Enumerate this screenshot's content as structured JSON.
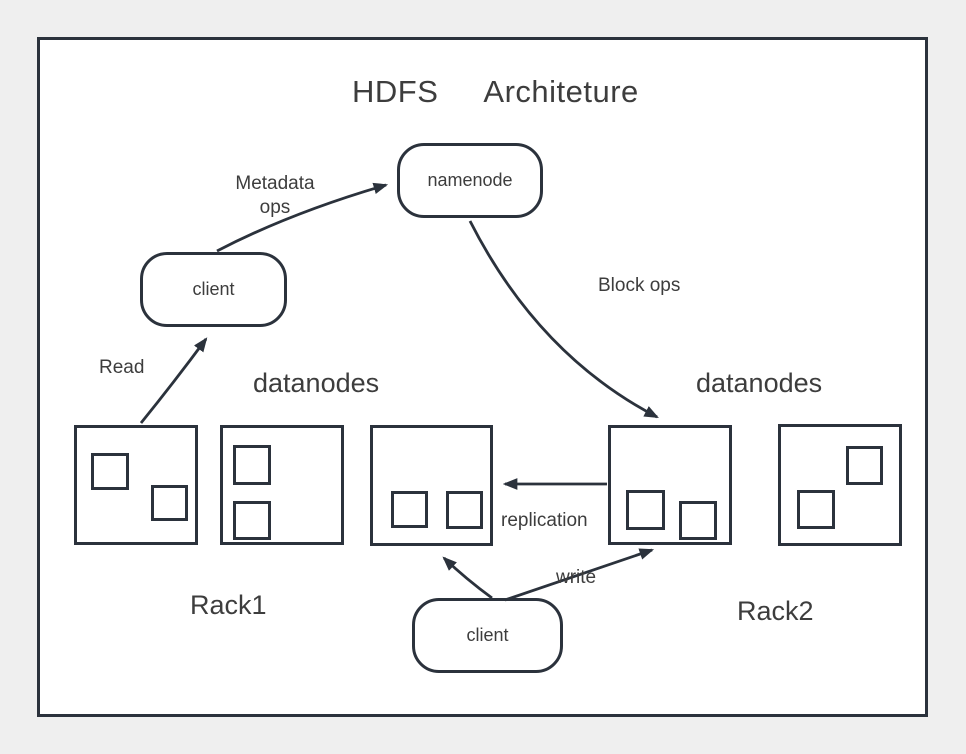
{
  "diagram": {
    "title_left": "HDFS",
    "title_right": "Architeture",
    "nodes": {
      "namenode": "namenode",
      "client_top": "client",
      "client_bottom": "client"
    },
    "labels": {
      "metadata_ops_line1": "Metadata",
      "metadata_ops_line2": "ops",
      "block_ops": "Block ops",
      "read": "Read",
      "replication": "replication",
      "write": "write",
      "datanodes_left": "datanodes",
      "datanodes_right": "datanodes",
      "rack1": "Rack1",
      "rack2": "Rack2"
    },
    "colors": {
      "background": "#efefef",
      "canvas": "#ffffff",
      "stroke": "#2b323c",
      "text": "#3d3d3d"
    }
  }
}
